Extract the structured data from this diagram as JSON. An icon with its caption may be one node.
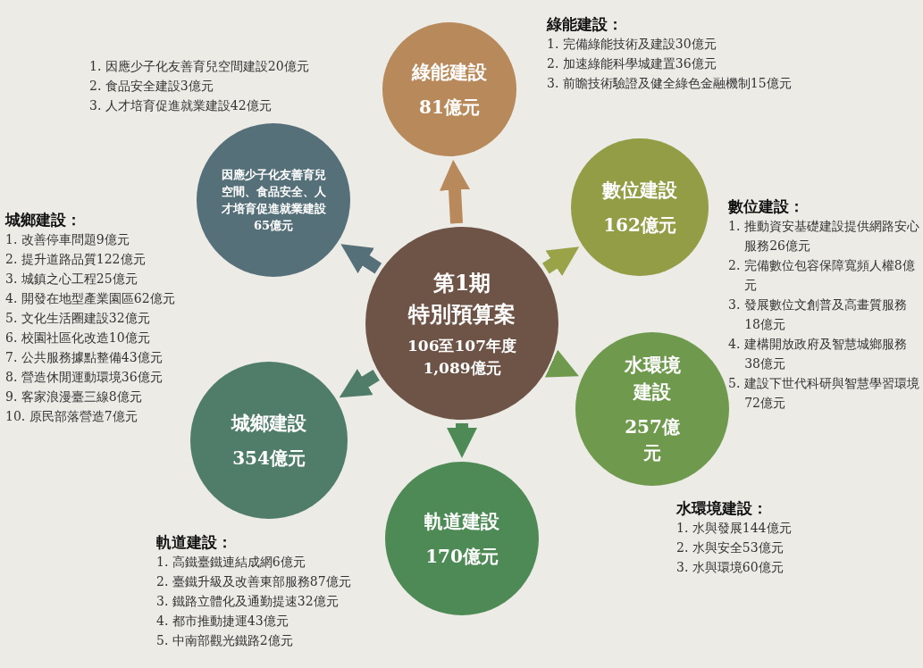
{
  "diagram": {
    "nodes": [
      {
        "text": [
          "第1期",
          "特別預算案",
          "106至107年度",
          "1,089億元"
        ]
      },
      {
        "text": [
          "綠能建設",
          "81億元"
        ],
        "beside": [
          "綠能建設：",
          "1. 完備綠能技術及建設30億元",
          "2. 加速綠能科學城建置36億元",
          "3. 前瞻技術驗證及健全綠色金融機制15億元"
        ]
      },
      {
        "text": [
          "數位建設",
          "162億元"
        ],
        "beside": [
          "數位建設：",
          "1. 推動資安基礎建設提供網路安心服務26億元",
          "2. 完備數位包容保障寬頻人權8億元",
          "3. 發展數位文創普及高畫質服務18億元",
          "4. 建構開放政府及智慧城鄉服務38億元",
          "5. 建設下世代科研與智慧學習環境72億元"
        ]
      },
      {
        "text": [
          "水環境建設",
          "257億元"
        ],
        "beside": [
          "水環境建設：",
          "1. 水與發展144億元",
          "2. 水與安全53億元",
          "3. 水與環境60億元"
        ]
      },
      {
        "text": [
          "軌道建設",
          "170億元"
        ],
        "beside": [
          "軌道建設：",
          "1. 高鐵臺鐵連結成網6億元",
          "2. 臺鐵升級及改善東部服務87億元",
          "3. 鐵路立體化及通勤提速32億元",
          "4. 都市推動捷運43億元",
          "5. 中南部觀光鐵路2億元"
        ]
      },
      {
        "text": [
          "城鄉建設",
          "354億元"
        ],
        "beside": [
          "城鄉建設：",
          "1. 改善停車問題9億元",
          "2. 提升道路品質122億元",
          "3. 城鎮之心工程25億元",
          "4. 開發在地型產業園區62億元",
          "5. 文化生活圈建設32億元",
          "6. 校園社區化改造10億元",
          "7. 公共服務據點整備43億元",
          "8. 營造休閒運動環境36億元",
          "9. 客家浪漫臺三線8億元",
          "10. 原民部落營造7億元"
        ]
      },
      {
        "text": [
          "因應少子化友善育兒空間、食品安全、人才培育促進就業建設65億元"
        ],
        "beside": [
          "1. 因應少子化友善育兒空間建設20億元",
          "2. 食品安全建設3億元",
          "3. 人才培育促進就業建設42億元"
        ]
      }
    ],
    "edges": [
      {
        "from": 0,
        "to": 1,
        "arrow": "to",
        "color": "#b8895a"
      },
      {
        "from": 0,
        "to": 2,
        "arrow": "to",
        "color": "#9aa348"
      },
      {
        "from": 0,
        "to": 3,
        "arrow": "to",
        "color": "#6f9a4e"
      },
      {
        "from": 0,
        "to": 4,
        "arrow": "to",
        "color": "#4e8a55"
      },
      {
        "from": 0,
        "to": 5,
        "arrow": "to",
        "color": "#4f7d6a"
      },
      {
        "from": 0,
        "to": 6,
        "arrow": "to",
        "color": "#56707a"
      }
    ]
  }
}
